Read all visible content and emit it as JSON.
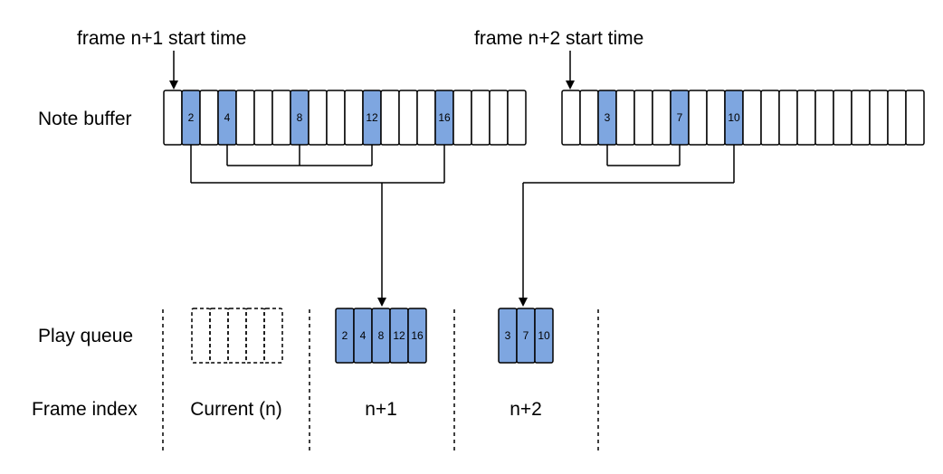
{
  "labels": {
    "top_left": "frame n+1 start time",
    "top_right": "frame n+2 start time",
    "note_buffer": "Note buffer",
    "play_queue": "Play queue",
    "frame_index": "Frame index"
  },
  "frame_indices": [
    "Current (n)",
    "n+1",
    "n+2"
  ],
  "buffer_left": {
    "cell_count": 20,
    "highlighted": [
      {
        "cell": 1,
        "label": "2"
      },
      {
        "cell": 3,
        "label": "4"
      },
      {
        "cell": 7,
        "label": "8"
      },
      {
        "cell": 11,
        "label": "12"
      },
      {
        "cell": 15,
        "label": "16"
      }
    ]
  },
  "buffer_right": {
    "cell_count": 20,
    "highlighted": [
      {
        "cell": 2,
        "label": "3"
      },
      {
        "cell": 6,
        "label": "7"
      },
      {
        "cell": 9,
        "label": "10"
      }
    ]
  },
  "queue_current_count": 5,
  "queue_n1": [
    "2",
    "4",
    "8",
    "12",
    "16"
  ],
  "queue_n2": [
    "3",
    "7",
    "10"
  ],
  "colors": {
    "highlight_fill": "#7ea6e0",
    "stroke": "#000000",
    "background": "#ffffff"
  }
}
